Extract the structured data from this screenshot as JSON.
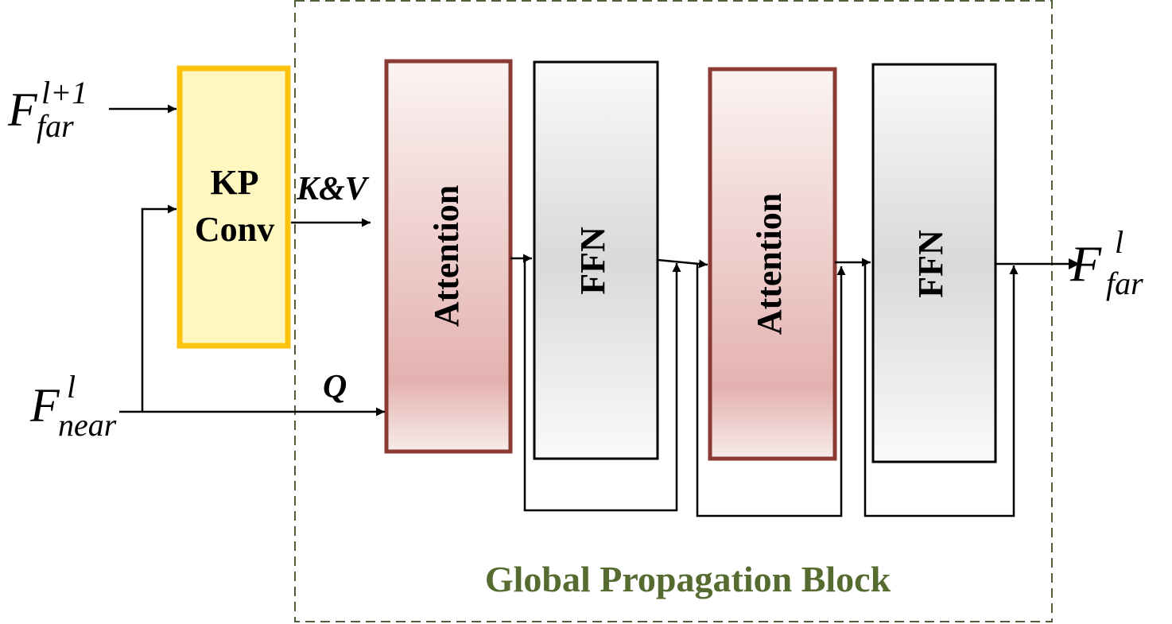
{
  "inputs": {
    "f_far_next": {
      "base": "F",
      "sup": "l+1",
      "sub": "far"
    },
    "f_near": {
      "base": "F",
      "sup": "l",
      "sub": "near"
    }
  },
  "output": {
    "base": "F",
    "sup": "l",
    "sub": "far"
  },
  "kpconv": {
    "line1": "KP",
    "line2": "Conv"
  },
  "edges": {
    "kv": "K&V",
    "q": "Q"
  },
  "blocks": {
    "attention1": "Attention",
    "ffn1": "FFN",
    "attention2": "Attention",
    "ffn2": "FFN"
  },
  "group": {
    "title": "Global Propagation Block"
  },
  "colors": {
    "kp_fill": "#fef7bf",
    "kp_border": "#fcc30d",
    "attn_border": "#8b3a34",
    "attn_fill_top": "#faf2f1",
    "attn_fill_mid": "#e6b5b3",
    "ffn_top": "#f7f7f7",
    "ffn_mid": "#dadada",
    "group_border": "#4f5f3a",
    "group_title": "#556b2f"
  }
}
